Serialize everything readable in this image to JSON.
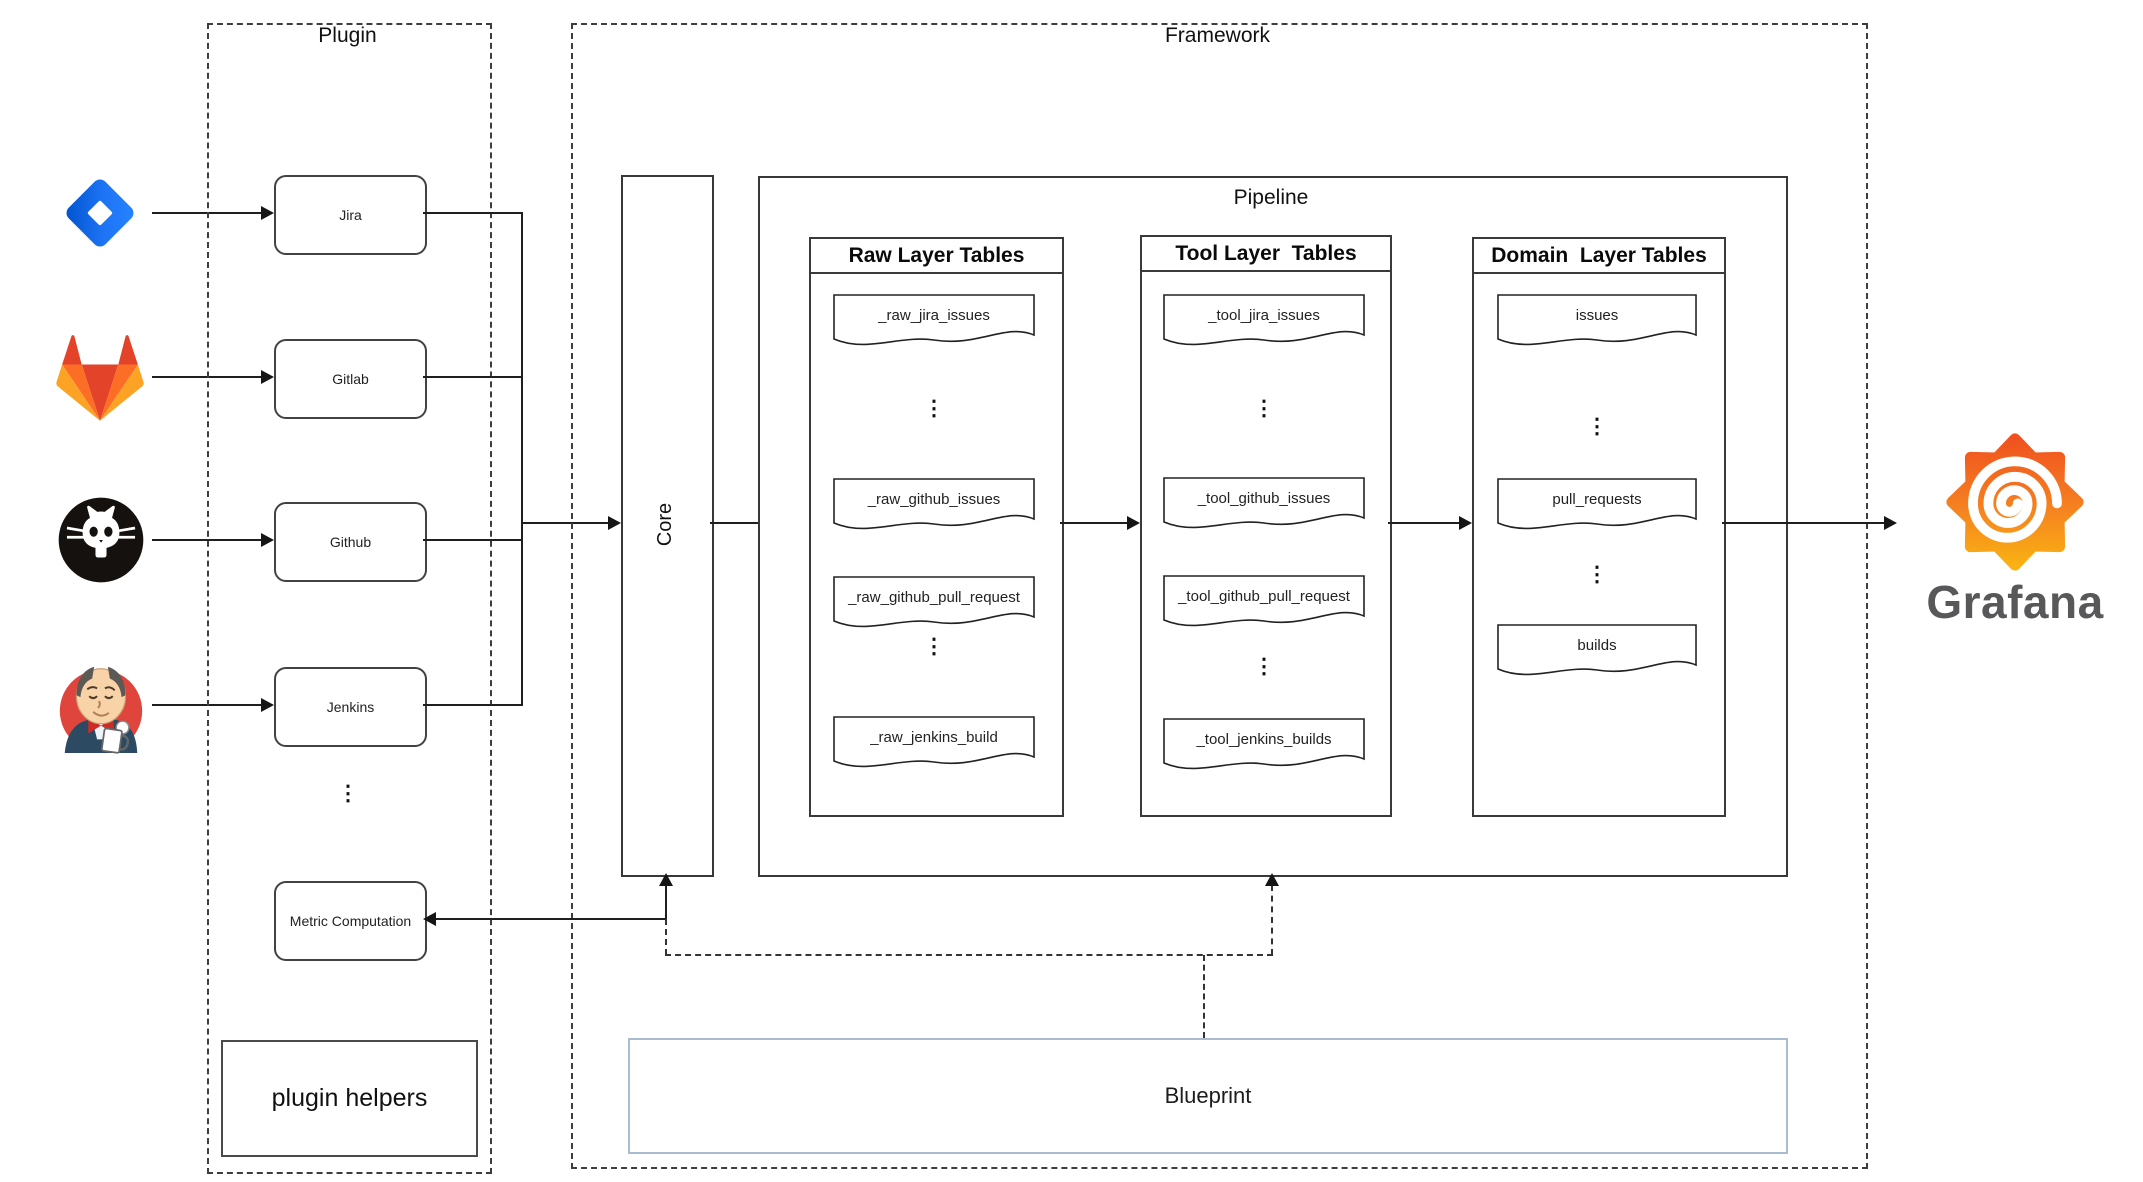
{
  "plugin_panel": {
    "title": "Plugin",
    "nodes": [
      {
        "label": "Jira"
      },
      {
        "label": "Gitlab"
      },
      {
        "label": "Github"
      },
      {
        "label": "Jenkins"
      }
    ],
    "ellipsis": "⋮",
    "metric_node_label": "Metric Computation",
    "helpers_label": "plugin helpers"
  },
  "framework_panel": {
    "title": "Framework",
    "core_label": "Core",
    "pipeline": {
      "title": "Pipeline",
      "columns": [
        {
          "header": "Raw Layer Tables",
          "rows": [
            {
              "type": "table",
              "label": "_raw_jira_issues"
            },
            {
              "type": "dots",
              "label": "⋮"
            },
            {
              "type": "table",
              "label": "_raw_github_issues"
            },
            {
              "type": "table",
              "label": "_raw_github_pull_request"
            },
            {
              "type": "dots",
              "label": "⋮"
            },
            {
              "type": "table",
              "label": "_raw_jenkins_build"
            }
          ]
        },
        {
          "header": "Tool Layer  Tables",
          "rows": [
            {
              "type": "table",
              "label": "_tool_jira_issues"
            },
            {
              "type": "dots",
              "label": "⋮"
            },
            {
              "type": "table",
              "label": "_tool_github_issues"
            },
            {
              "type": "table",
              "label": "_tool_github_pull_request"
            },
            {
              "type": "dots",
              "label": "⋮"
            },
            {
              "type": "table",
              "label": "_tool_jenkins_builds"
            }
          ]
        },
        {
          "header": "Domain  Layer Tables",
          "rows": [
            {
              "type": "table",
              "label": "issues"
            },
            {
              "type": "dots",
              "label": "⋮"
            },
            {
              "type": "table",
              "label": "pull_requests"
            },
            {
              "type": "dots",
              "label": "⋮"
            },
            {
              "type": "table",
              "label": "builds"
            }
          ]
        }
      ]
    },
    "blueprint_label": "Blueprint"
  },
  "sink_label": "Grafana",
  "icons": {
    "jira": "jira-logo",
    "gitlab": "gitlab-logo",
    "github": "github-logo",
    "jenkins": "jenkins-logo",
    "grafana": "grafana-flame-logo"
  },
  "colors": {
    "jira_blue": "#2684FF",
    "jira_blue_dark": "#0052CC",
    "gitlab_red": "#E24329",
    "gitlab_orange": "#FC6D26",
    "gitlab_amber": "#FCA326",
    "jenkins_red": "#DF453C",
    "grafana_orange": "#F0521F",
    "grafana_yellow": "#F9B113",
    "grafana_text_gray": "#58585A",
    "blueprint_border": "#A9BCCF",
    "line_color": "#1F1F1F"
  }
}
